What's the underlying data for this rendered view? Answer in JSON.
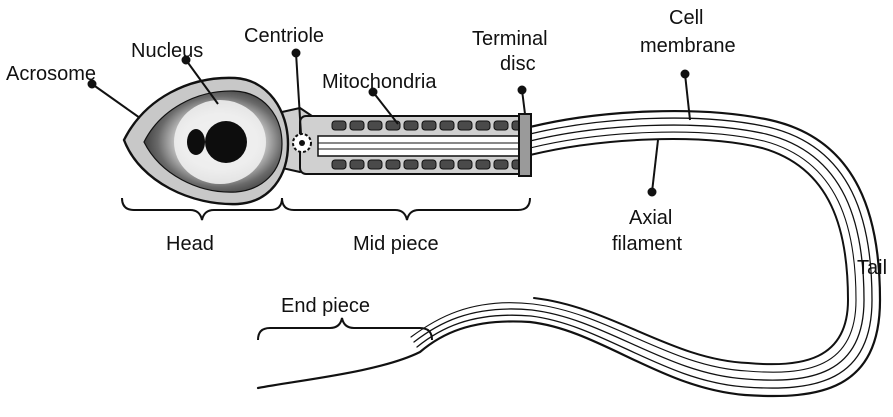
{
  "colors": {
    "ink": "#111111",
    "shading_dark": "#3a3a3a",
    "shading_mid": "#8a8a8a",
    "shading_light": "#cfcfcf",
    "paper": "#ffffff"
  },
  "labels": {
    "acrosome": "Acrosome",
    "nucleus": "Nucleus",
    "centriole": "Centriole",
    "mitochondria": "Mitochondria",
    "terminal_disc_line1": "Terminal",
    "terminal_disc_line2": "disc",
    "cell_membrane_line1": "Cell",
    "cell_membrane_line2": "membrane",
    "axial_filament_line1": "Axial",
    "axial_filament_line2": "filament",
    "tail": "Tail",
    "head": "Head",
    "mid_piece": "Mid piece",
    "end_piece": "End piece"
  }
}
